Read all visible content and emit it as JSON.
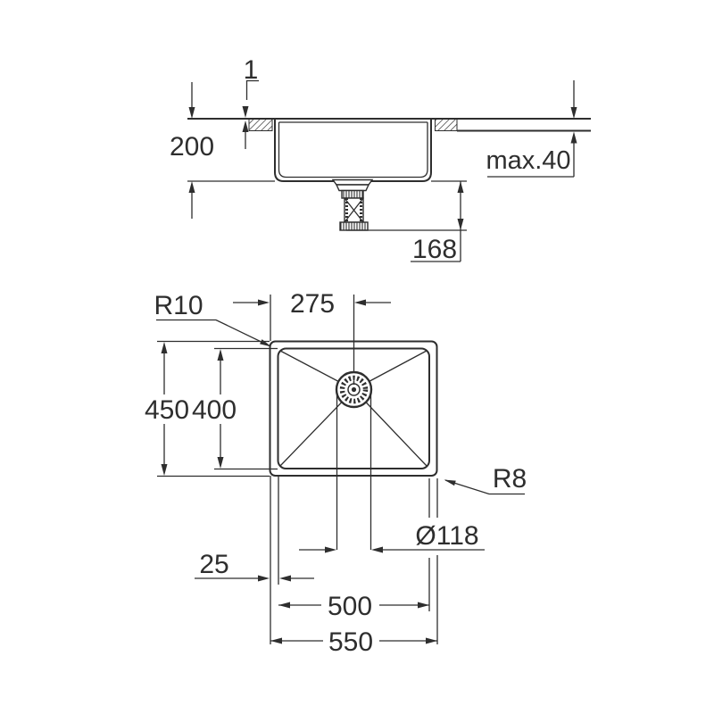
{
  "drawing": {
    "description": "Kitchen sink installation dimensional drawing, section view above and plan view below",
    "colors": {
      "line": "#2e2e2e",
      "background": "#ffffff"
    },
    "section": {
      "rim_height": "1",
      "bowl_depth": "200",
      "counter_thickness_max": "max.40",
      "drain_height": "168"
    },
    "plan": {
      "inner_corner_radius": "R10",
      "drain_center_offset": "275",
      "outer_depth": "450",
      "inner_depth": "400",
      "outer_corner_radius": "R8",
      "drain_diameter": "Ø118",
      "edge_offset": "25",
      "inner_width": "500",
      "outer_width": "550"
    }
  }
}
